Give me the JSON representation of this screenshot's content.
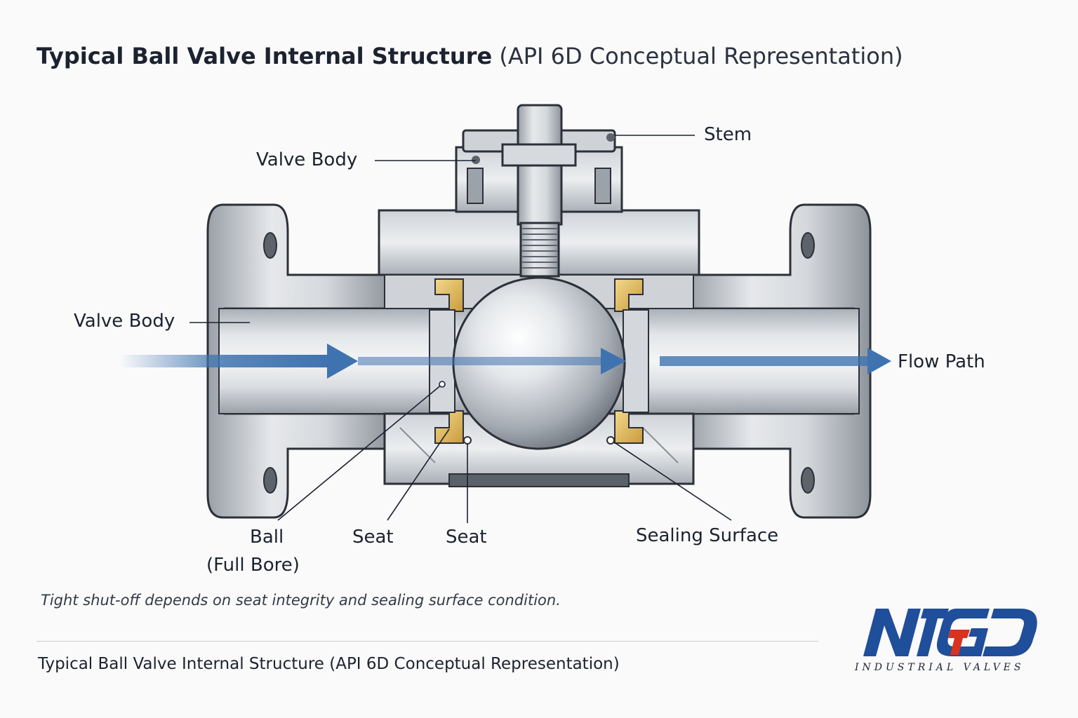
{
  "title": {
    "bold": "Typical Ball Valve Internal Structure",
    "light": "(API 6D Conceptual Representation)"
  },
  "labels": {
    "stem": "Stem",
    "valve_body_top": "Valve Body",
    "valve_body_left": "Valve Body",
    "flow_path": "Flow Path",
    "ball": "Ball",
    "ball_sub": "(Full Bore)",
    "seat_1": "Seat",
    "seat_2": "Seat",
    "sealing_surface": "Sealing Surface"
  },
  "note": "Tight shut-off depends on seat integrity and sealing surface condition.",
  "caption": "Typical Ball Valve Internal Structure (API 6D Conceptual Representation)",
  "logo": {
    "wordmark": "NTGD",
    "tagline": "INDUSTRIAL VALVES",
    "brand_color": "#1f4e9a",
    "accent_color": "#d7331f"
  },
  "colors": {
    "steel_light": "#dfe2e6",
    "steel_mid": "#b7bcc3",
    "steel_dark": "#7d838b",
    "outline": "#2c3038",
    "seat_brass": "#e8c26a",
    "flow_arrow": "#3f73b0"
  }
}
